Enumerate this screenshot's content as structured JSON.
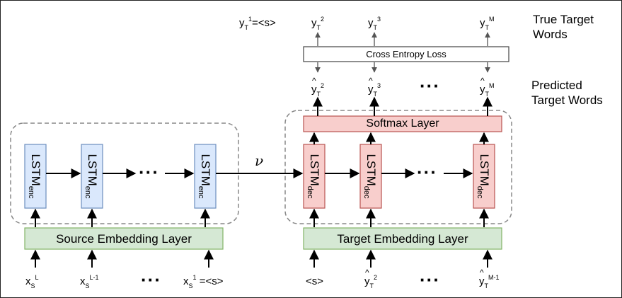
{
  "side_labels": {
    "true_target_words": [
      "True Target",
      "Words"
    ],
    "predicted_target_words": [
      "Predicted",
      "Target Words"
    ]
  },
  "layers": {
    "cross_entropy": "Cross Entropy Loss",
    "softmax": "Softmax Layer",
    "source_embedding": "Source Embedding Layer",
    "target_embedding": "Target Embedding Layer"
  },
  "lstm": {
    "base": "LSTM",
    "enc_sub": "enc",
    "dec_sub": "dec"
  },
  "context_vector": "ν",
  "ellipsis": "···",
  "source_tokens": [
    {
      "base": "x",
      "sub": "S",
      "sup": "L",
      "tail": ""
    },
    {
      "base": "x",
      "sub": "S",
      "sup": "L-1",
      "tail": ""
    },
    {
      "base": "x",
      "sub": "S",
      "sup": "1",
      "tail": " =<s>"
    }
  ],
  "target_inputs": [
    {
      "base": "<s>"
    },
    {
      "base": "y",
      "sub": "T",
      "sup": "2",
      "hat": true
    },
    {
      "base": "y",
      "sub": "T",
      "sup": "M-1",
      "hat": true
    }
  ],
  "predicted_words": [
    {
      "base": "y",
      "sub": "T",
      "sup": "2"
    },
    {
      "base": "y",
      "sub": "T",
      "sup": "3"
    },
    {
      "base": "y",
      "sub": "T",
      "sup": "M"
    }
  ],
  "true_words": [
    {
      "base": "y",
      "sub": "T",
      "sup": "1",
      "tail": "=<s>"
    },
    {
      "base": "y",
      "sub": "T",
      "sup": "2",
      "tail": ""
    },
    {
      "base": "y",
      "sub": "T",
      "sup": "3",
      "tail": ""
    },
    {
      "base": "y",
      "sub": "T",
      "sup": "M",
      "tail": ""
    }
  ],
  "colors": {
    "encoder_fill": "#dae8fc",
    "encoder_stroke": "#6c8ebf",
    "decoder_fill": "#f8cecc",
    "decoder_stroke": "#b85450",
    "embedding_fill": "#d5e8d4",
    "embedding_stroke": "#82b366",
    "dashed_group": "#888888",
    "arrow": "#000000",
    "loss_arrow": "#555555"
  }
}
